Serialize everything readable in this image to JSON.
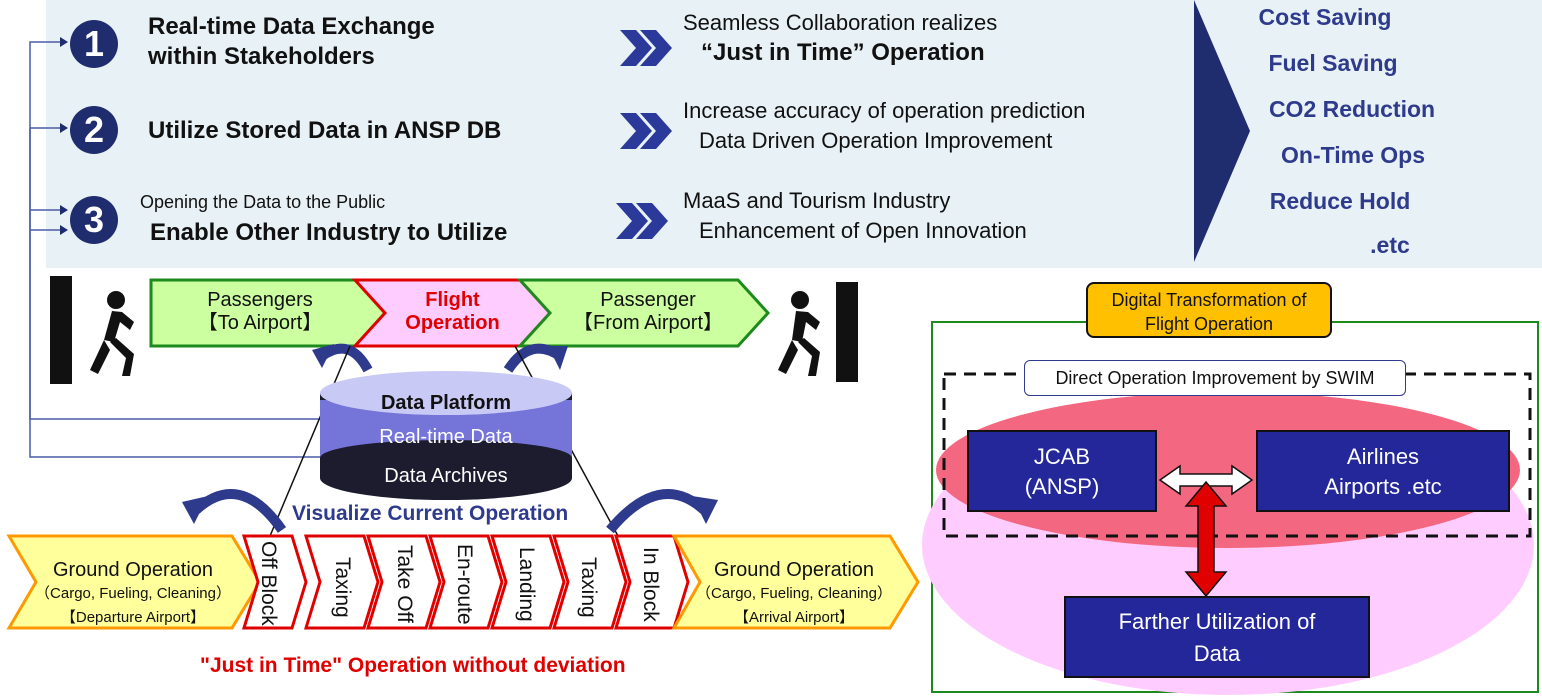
{
  "items": [
    {
      "number": "1",
      "title_line1": "Real-time Data Exchange",
      "title_line2": "within Stakeholders",
      "result_line1": "Seamless Collaboration realizes",
      "result_line2": "“Just in Time” Operation"
    },
    {
      "number": "2",
      "title_line1": "Utilize Stored Data in ANSP DB",
      "result_line1": "Increase accuracy of operation prediction",
      "result_line2": "Data Driven Operation Improvement"
    },
    {
      "number": "3",
      "subtitle": "Opening the Data to the Public",
      "title_line1": "Enable Other Industry to Utilize",
      "result_line1": "MaaS and Tourism Industry",
      "result_line2": "Enhancement of Open Innovation"
    }
  ],
  "benefits": [
    "Cost Saving",
    "Fuel Saving",
    "CO2 Reduction",
    "On-Time Ops",
    "Reduce Hold",
    ".etc"
  ],
  "journey": {
    "passengers_to": {
      "line1": "Passengers",
      "line2": "【To Airport】"
    },
    "flight_operation": {
      "line1": "Flight",
      "line2": "Operation"
    },
    "passenger_from": {
      "line1": "Passenger",
      "line2": "【From Airport】"
    }
  },
  "platform": {
    "title": "Data Platform",
    "realtime": "Real-time Data",
    "archives": "Data Archives"
  },
  "visualize_label": "Visualize Current Operation",
  "ground_departure": {
    "line1": "Ground Operation",
    "line2": "（Cargo, Fueling, Cleaning）",
    "line3": "【Departure Airport】"
  },
  "ground_arrival": {
    "line1": "Ground Operation",
    "line2": "（Cargo, Fueling, Cleaning）",
    "line3": "【Arrival Airport】"
  },
  "phases": [
    "Off Block",
    "Taxing",
    "Take Off",
    "En-route",
    "Landing",
    "Taxing",
    "In Block"
  ],
  "jit_caption": "\"Just in Time\" Operation without deviation",
  "dx": {
    "title_line1": "Digital Transformation of",
    "title_line2": "Flight Operation",
    "direct_label": "Direct Operation Improvement by SWIM",
    "jcab_line1": "JCAB",
    "jcab_line2": "(ANSP)",
    "airlines_line1": "Airlines",
    "airlines_line2": "Airports .etc",
    "farther_line1": "Farther Utilization of",
    "farther_line2": "Data"
  },
  "colors": {
    "navy": "#1f2d6e",
    "panel": "#e8f1f5",
    "green_fill": "#ccffa0",
    "green_border": "#1d8a1d",
    "yellow_fill": "#ffff9c",
    "orange_border": "#ff9900",
    "red": "#e00000",
    "pink": "#ffccff",
    "dx_navy": "#23279a"
  }
}
